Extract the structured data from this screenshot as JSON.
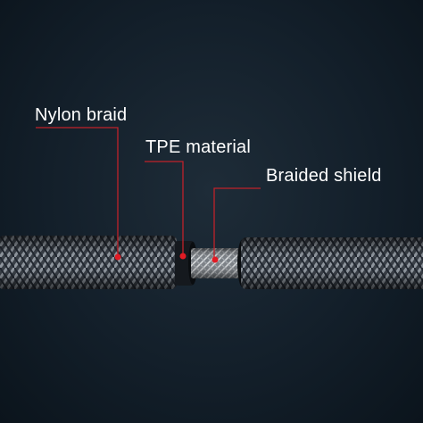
{
  "callouts": [
    {
      "id": "nylon-braid",
      "label": "Nylon braid"
    },
    {
      "id": "tpe-material",
      "label": "TPE material"
    },
    {
      "id": "braided-shield",
      "label": "Braided shield"
    }
  ],
  "colors": {
    "background": "#131f2a",
    "leader_line": "#c0222a",
    "marker_dot": "#e11b24",
    "label_text": "#ffffff"
  }
}
